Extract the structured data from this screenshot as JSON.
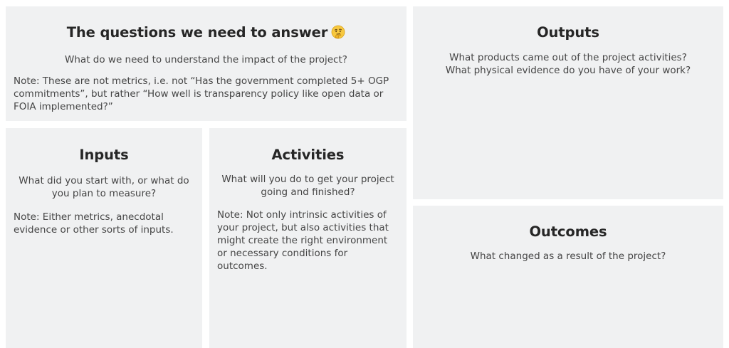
{
  "questions": {
    "title": "The questions we need to answer",
    "emoji": "🤔",
    "subtitle": "What do we need to understand the impact of the project?",
    "note": "Note: These are not metrics, i.e. not “Has the government completed 5+ OGP commitments”, but rather “How well is transparency policy like open data or FOIA implemented?”"
  },
  "inputs": {
    "title": "Inputs",
    "subtitle": "What did you start with, or what do you plan to measure?",
    "note": "Note: Either metrics, anecdotal evidence or other sorts of inputs."
  },
  "activities": {
    "title": "Activities",
    "subtitle": "What will you do to get your project going and finished?",
    "note": "Note: Not only intrinsic activities of your project, but also activities that might create the right environment or necessary conditions for outcomes."
  },
  "outputs": {
    "title": "Outputs",
    "subtitle_line1": "What products came out of the project activities?",
    "subtitle_line2": "What physical evidence do you have of your work?"
  },
  "outcomes": {
    "title": "Outcomes",
    "subtitle": "What changed as a result of the project?"
  },
  "colors": {
    "card_background": "#f0f1f2",
    "heading": "#262626",
    "body_text": "#454545"
  }
}
